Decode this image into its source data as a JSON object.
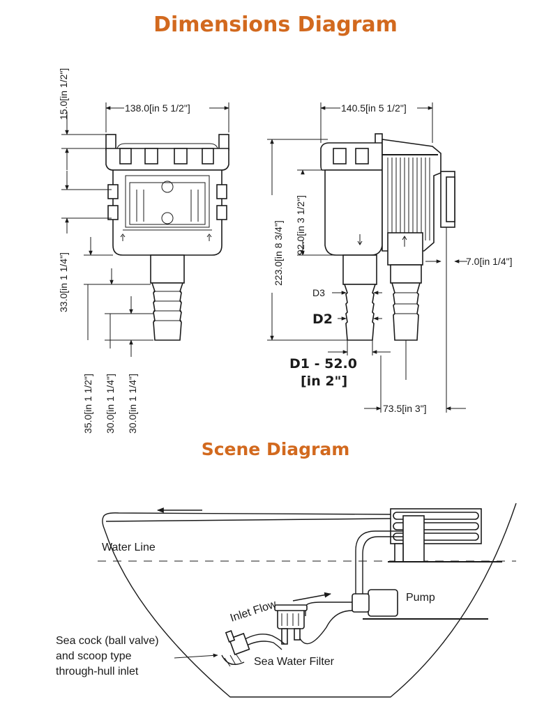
{
  "titles": {
    "dimensions": "Dimensions Diagram",
    "scene": "Scene Diagram"
  },
  "dimensions": {
    "front_width": "138.0[in 5 1/2\"]",
    "side_width": "140.5[in 5 1/2\"]",
    "top_height": "15.0[in  1/2\"]",
    "left_33": "33.0[in 1 1/4\"]",
    "left_35": "35.0[in 1 1/2\"]",
    "left_30a": "30.0[in 1 1/4\"]",
    "left_30b": "30.0[in 1 1/4\"]",
    "total_height": "223.0[in 8 3/4\"]",
    "inner_height": "92.0[in 3 1/2\"]",
    "offset_7": "7.0[in  1/4\"]",
    "bottom_73": "73.5[in 3\"]",
    "d3": "D3",
    "d2": "D2",
    "d1_line1": "D1 - 52.0",
    "d1_line2": "[in 2\"]"
  },
  "scene": {
    "water_line": "Water Line",
    "pump": "Pump",
    "inlet_flow": "Inlet Flow",
    "sea_water_filter": "Sea Water Filter",
    "sea_cock_1": "Sea cock (ball valve)",
    "sea_cock_2": "and scoop type",
    "sea_cock_3": "through-hull inlet"
  },
  "colors": {
    "title_orange": "#d2691e",
    "ink": "#1a1a1a"
  }
}
